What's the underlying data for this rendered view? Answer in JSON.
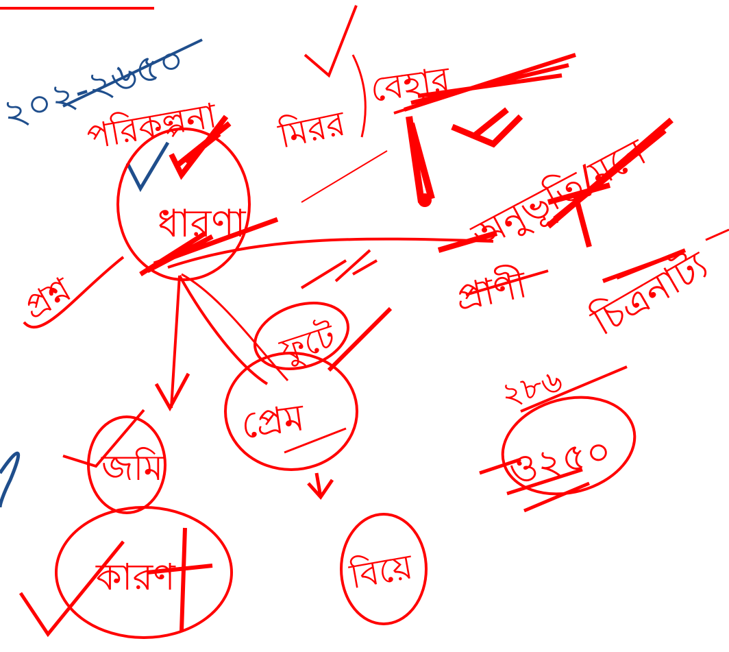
{
  "canvas": {
    "background": "#ffffff"
  },
  "colors": {
    "ink_red": "#ff0000",
    "ink_blue": "#1f4e8c"
  },
  "labels": {
    "top_range": "২০২-২৬৫০",
    "porikolpona": "পরিকল্পনা",
    "mirror": "মিরর",
    "bebohar": "বেহার",
    "center": "ধারণা",
    "prosno": "প্রশ্ন",
    "right_1": "অনুভূতি/মনে",
    "right_2": "প্রাণী",
    "right_3": "চিত্রনাট্য",
    "upper_small": "ফুটে",
    "middle": "প্রেম",
    "lower_left": "জমি",
    "bottom_left": "কারণ",
    "bottom_mid": "বিয়ে",
    "right_circle": "ও২৫০",
    "right_small": "২৮৬"
  }
}
